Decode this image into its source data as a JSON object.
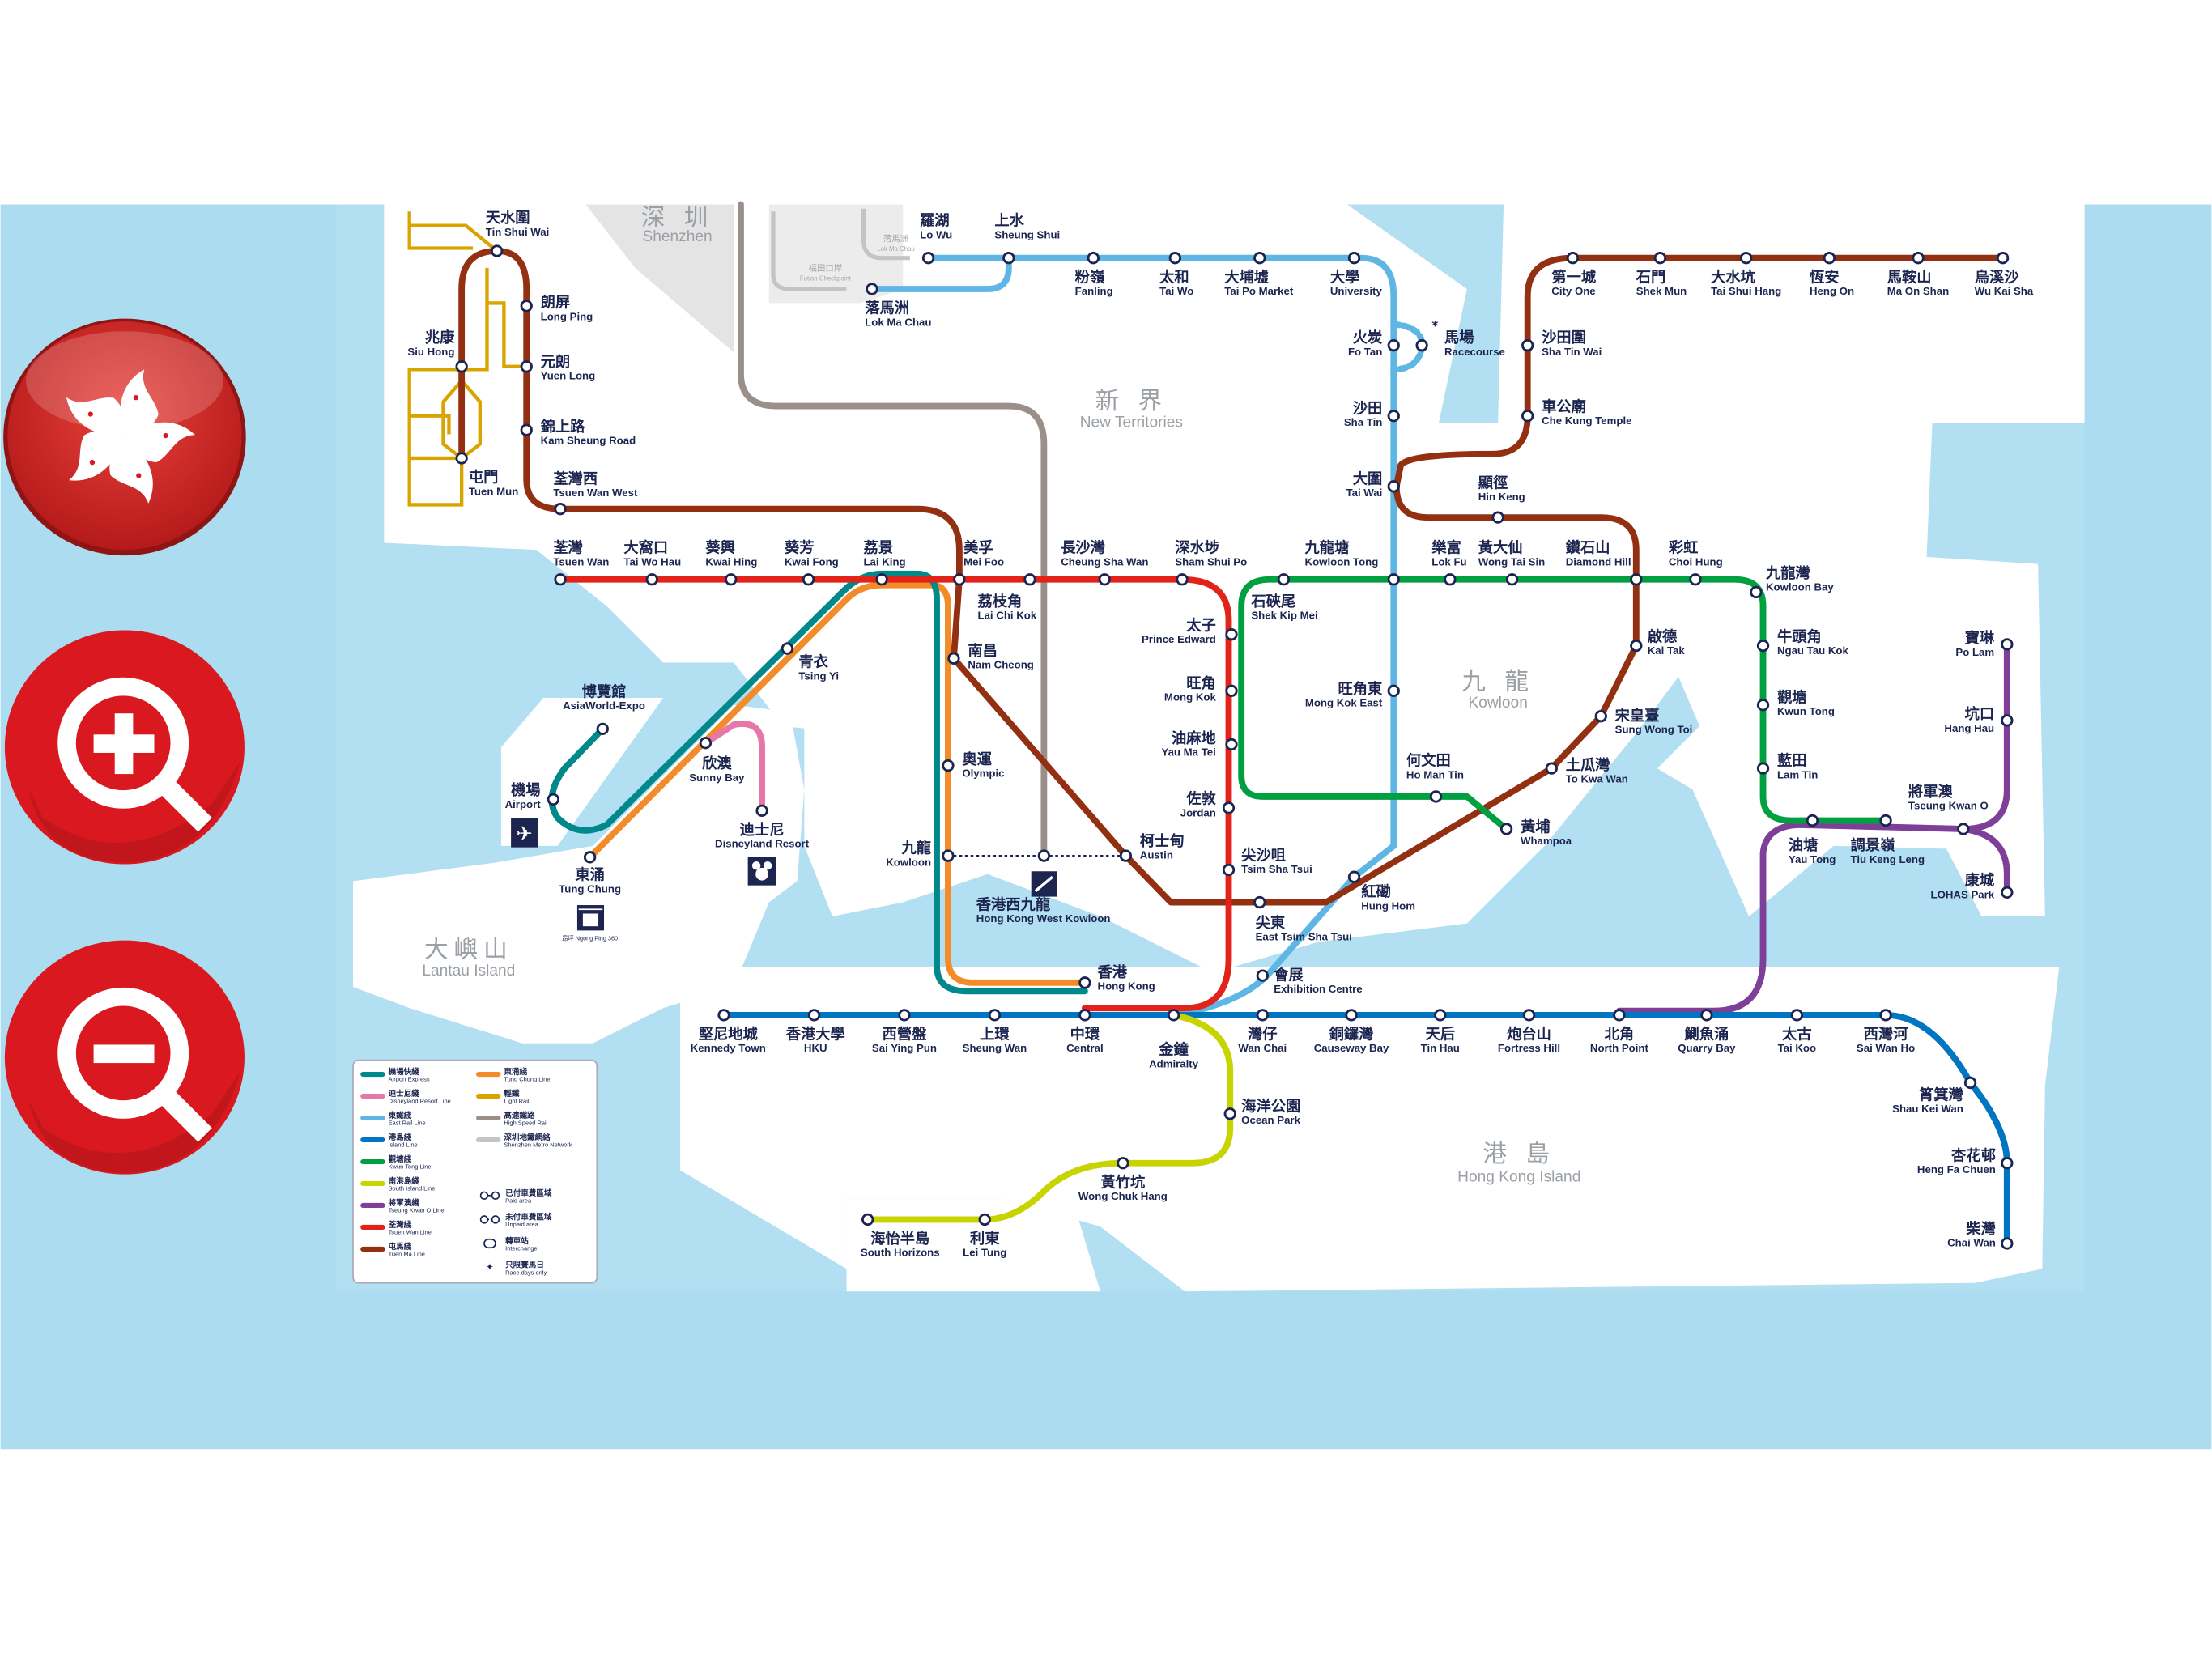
{
  "app": {
    "buttons": {
      "flag": "hong-kong-flag-button",
      "zoom_in": "zoom-in-button",
      "zoom_out": "zoom-out-button"
    }
  },
  "colors": {
    "band": "#abdcef",
    "water": "#b2dff1",
    "tuen_ma": "#923011",
    "tsuen_wan": "#e2231a",
    "kwun_tong": "#00a040",
    "island": "#0075c2",
    "east_rail": "#5eb6e4",
    "tseung_kwan_o": "#7d3f98",
    "tung_chung": "#f38b29",
    "airport_express": "#00888a",
    "disneyland": "#e777a9",
    "south_island": "#c8d400",
    "light_rail": "#d9a400",
    "high_speed": "#9b8f8a"
  },
  "regions": {
    "shenzhen": {
      "zh": "深 圳",
      "en": "Shenzhen"
    },
    "new_territories": {
      "zh": "新 界",
      "en": "New Territories"
    },
    "kowloon": {
      "zh": "九 龍",
      "en": "Kowloon"
    },
    "lantau": {
      "zh": "大嶼山",
      "en": "Lantau Island"
    },
    "hk_island": {
      "zh": "港 島",
      "en": "Hong Kong Island"
    }
  },
  "misc": {
    "futian_zh": "福田口岸",
    "futian_en": "Futian Checkpoint",
    "lmc_sz_zh": "落馬洲",
    "lmc_sz_en": "Lok Ma Chau",
    "ngong_ping": "昂坪 Ngong Ping 360",
    "racecourse_star": "*"
  },
  "stations": [
    {
      "zh": "天水圍",
      "en": "Tin Shui Wai"
    },
    {
      "zh": "朗屏",
      "en": "Long Ping"
    },
    {
      "zh": "兆康",
      "en": "Siu Hong"
    },
    {
      "zh": "元朗",
      "en": "Yuen Long"
    },
    {
      "zh": "錦上路",
      "en": "Kam Sheung Road"
    },
    {
      "zh": "屯門",
      "en": "Tuen Mun"
    },
    {
      "zh": "荃灣西",
      "en": "Tsuen Wan West"
    },
    {
      "zh": "荃灣",
      "en": "Tsuen Wan"
    },
    {
      "zh": "大窩口",
      "en": "Tai Wo Hau"
    },
    {
      "zh": "葵興",
      "en": "Kwai Hing"
    },
    {
      "zh": "葵芳",
      "en": "Kwai Fong"
    },
    {
      "zh": "荔景",
      "en": "Lai King"
    },
    {
      "zh": "美孚",
      "en": "Mei Foo"
    },
    {
      "zh": "荔枝角",
      "en": "Lai Chi Kok"
    },
    {
      "zh": "長沙灣",
      "en": "Cheung Sha Wan"
    },
    {
      "zh": "深水埗",
      "en": "Sham Shui Po"
    },
    {
      "zh": "石硤尾",
      "en": "Shek Kip Mei"
    },
    {
      "zh": "九龍塘",
      "en": "Kowloon Tong"
    },
    {
      "zh": "樂富",
      "en": "Lok Fu"
    },
    {
      "zh": "黃大仙",
      "en": "Wong Tai Sin"
    },
    {
      "zh": "鑽石山",
      "en": "Diamond Hill"
    },
    {
      "zh": "彩虹",
      "en": "Choi Hung"
    },
    {
      "zh": "九龍灣",
      "en": "Kowloon Bay"
    },
    {
      "zh": "牛頭角",
      "en": "Ngau Tau Kok"
    },
    {
      "zh": "觀塘",
      "en": "Kwun Tong"
    },
    {
      "zh": "藍田",
      "en": "Lam Tin"
    },
    {
      "zh": "油塘",
      "en": "Yau Tong"
    },
    {
      "zh": "調景嶺",
      "en": "Tiu Keng Leng"
    },
    {
      "zh": "將軍澳",
      "en": "Tseung Kwan O"
    },
    {
      "zh": "坑口",
      "en": "Hang Hau"
    },
    {
      "zh": "寶琳",
      "en": "Po Lam"
    },
    {
      "zh": "康城",
      "en": "LOHAS Park"
    },
    {
      "zh": "太子",
      "en": "Prince Edward"
    },
    {
      "zh": "旺角",
      "en": "Mong Kok"
    },
    {
      "zh": "油麻地",
      "en": "Yau Ma Tei"
    },
    {
      "zh": "佐敦",
      "en": "Jordan"
    },
    {
      "zh": "尖沙咀",
      "en": "Tsim Sha Tsui"
    },
    {
      "zh": "旺角東",
      "en": "Mong Kok East"
    },
    {
      "zh": "紅磡",
      "en": "Hung Hom"
    },
    {
      "zh": "尖東",
      "en": "East Tsim Sha Tsui"
    },
    {
      "zh": "何文田",
      "en": "Ho Man Tin"
    },
    {
      "zh": "黃埔",
      "en": "Whampoa"
    },
    {
      "zh": "土瓜灣",
      "en": "To Kwa Wan"
    },
    {
      "zh": "宋皇臺",
      "en": "Sung Wong Toi"
    },
    {
      "zh": "啟德",
      "en": "Kai Tak"
    },
    {
      "zh": "顯徑",
      "en": "Hin Keng"
    },
    {
      "zh": "大圍",
      "en": "Tai Wai"
    },
    {
      "zh": "沙田",
      "en": "Sha Tin"
    },
    {
      "zh": "火炭",
      "en": "Fo Tan"
    },
    {
      "zh": "馬場",
      "en": "Racecourse"
    },
    {
      "zh": "大學",
      "en": "University"
    },
    {
      "zh": "大埔墟",
      "en": "Tai Po Market"
    },
    {
      "zh": "太和",
      "en": "Tai Wo"
    },
    {
      "zh": "粉嶺",
      "en": "Fanling"
    },
    {
      "zh": "上水",
      "en": "Sheung Shui"
    },
    {
      "zh": "羅湖",
      "en": "Lo Wu"
    },
    {
      "zh": "落馬洲",
      "en": "Lok Ma Chau"
    },
    {
      "zh": "車公廟",
      "en": "Che Kung Temple"
    },
    {
      "zh": "沙田圍",
      "en": "Sha Tin Wai"
    },
    {
      "zh": "第一城",
      "en": "City One"
    },
    {
      "zh": "石門",
      "en": "Shek Mun"
    },
    {
      "zh": "大水坑",
      "en": "Tai Shui Hang"
    },
    {
      "zh": "恆安",
      "en": "Heng On"
    },
    {
      "zh": "馬鞍山",
      "en": "Ma On Shan"
    },
    {
      "zh": "烏溪沙",
      "en": "Wu Kai Sha"
    },
    {
      "zh": "南昌",
      "en": "Nam Cheong"
    },
    {
      "zh": "奧運",
      "en": "Olympic"
    },
    {
      "zh": "九龍",
      "en": "Kowloon"
    },
    {
      "zh": "柯士甸",
      "en": "Austin"
    },
    {
      "zh": "香港西九龍",
      "en": "Hong Kong West Kowloon"
    },
    {
      "zh": "青衣",
      "en": "Tsing Yi"
    },
    {
      "zh": "欣澳",
      "en": "Sunny Bay"
    },
    {
      "zh": "迪士尼",
      "en": "Disneyland Resort"
    },
    {
      "zh": "博覽館",
      "en": "AsiaWorld-Expo"
    },
    {
      "zh": "機場",
      "en": "Airport"
    },
    {
      "zh": "東涌",
      "en": "Tung Chung"
    },
    {
      "zh": "香港",
      "en": "Hong Kong"
    },
    {
      "zh": "堅尼地城",
      "en": "Kennedy Town"
    },
    {
      "zh": "香港大學",
      "en": "HKU"
    },
    {
      "zh": "西營盤",
      "en": "Sai Ying Pun"
    },
    {
      "zh": "上環",
      "en": "Sheung Wan"
    },
    {
      "zh": "中環",
      "en": "Central"
    },
    {
      "zh": "金鐘",
      "en": "Admiralty"
    },
    {
      "zh": "灣仔",
      "en": "Wan Chai"
    },
    {
      "zh": "銅鑼灣",
      "en": "Causeway Bay"
    },
    {
      "zh": "天后",
      "en": "Tin Hau"
    },
    {
      "zh": "炮台山",
      "en": "Fortress Hill"
    },
    {
      "zh": "北角",
      "en": "North Point"
    },
    {
      "zh": "鰂魚涌",
      "en": "Quarry Bay"
    },
    {
      "zh": "太古",
      "en": "Tai Koo"
    },
    {
      "zh": "西灣河",
      "en": "Sai Wan Ho"
    },
    {
      "zh": "筲箕灣",
      "en": "Shau Kei Wan"
    },
    {
      "zh": "杏花邨",
      "en": "Heng Fa Chuen"
    },
    {
      "zh": "柴灣",
      "en": "Chai Wan"
    },
    {
      "zh": "會展",
      "en": "Exhibition Centre"
    },
    {
      "zh": "海洋公園",
      "en": "Ocean Park"
    },
    {
      "zh": "黃竹坑",
      "en": "Wong Chuk Hang"
    },
    {
      "zh": "利東",
      "en": "Lei Tung"
    },
    {
      "zh": "海怡半島",
      "en": "South Horizons"
    }
  ],
  "legend": {
    "lines": [
      {
        "zh": "機場快綫",
        "en": "Airport Express",
        "color": "#00888a"
      },
      {
        "zh": "迪士尼綫",
        "en": "Disneyland Resort Line",
        "color": "#e777a9"
      },
      {
        "zh": "東鐵綫",
        "en": "East Rail Line",
        "color": "#5eb6e4"
      },
      {
        "zh": "港島綫",
        "en": "Island Line",
        "color": "#0075c2"
      },
      {
        "zh": "觀塘綫",
        "en": "Kwun Tong Line",
        "color": "#00a040"
      },
      {
        "zh": "南港島綫",
        "en": "South Island Line",
        "color": "#c8d400"
      },
      {
        "zh": "將軍澳綫",
        "en": "Tseung Kwan O Line",
        "color": "#7d3f98"
      },
      {
        "zh": "荃灣綫",
        "en": "Tsuen Wan Line",
        "color": "#e2231a"
      },
      {
        "zh": "屯馬綫",
        "en": "Tuen Ma Line",
        "color": "#923011"
      },
      {
        "zh": "東涌綫",
        "en": "Tung Chung Line",
        "color": "#f38b29"
      },
      {
        "zh": "輕鐵",
        "en": "Light Rail",
        "color": "#d9a400"
      },
      {
        "zh": "高速鐵路",
        "en": "High Speed Rail",
        "color": "#9b8f8a"
      },
      {
        "zh": "深圳地鐵網絡",
        "en": "Shenzhen Metro Network",
        "color": "#c4c4c4"
      }
    ],
    "symbols": [
      {
        "zh": "已付車費區域",
        "en": "Paid area"
      },
      {
        "zh": "未付車費區域",
        "en": "Unpaid area"
      },
      {
        "zh": "轉車站",
        "en": "Interchange"
      },
      {
        "zh": "只限賽馬日",
        "en": "Race days only"
      }
    ]
  }
}
